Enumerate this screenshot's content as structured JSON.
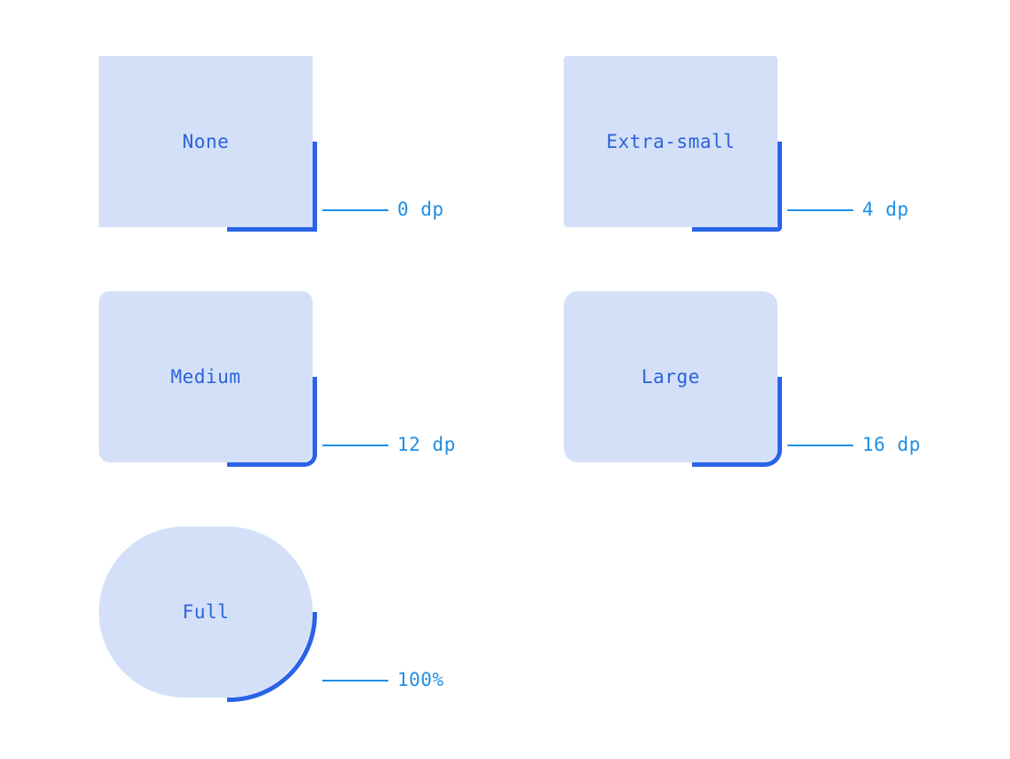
{
  "colors": {
    "shape_fill": "#d3e0f8",
    "shape_text": "#2a63db",
    "accent": "#2a63e6",
    "annotation": "#1f8fe6"
  },
  "shapes": [
    {
      "name": "None",
      "value": "0 dp"
    },
    {
      "name": "Extra-small",
      "value": "4 dp"
    },
    {
      "name": "Medium",
      "value": "12 dp"
    },
    {
      "name": "Large",
      "value": "16 dp"
    },
    {
      "name": "Full",
      "value": "100%"
    }
  ]
}
